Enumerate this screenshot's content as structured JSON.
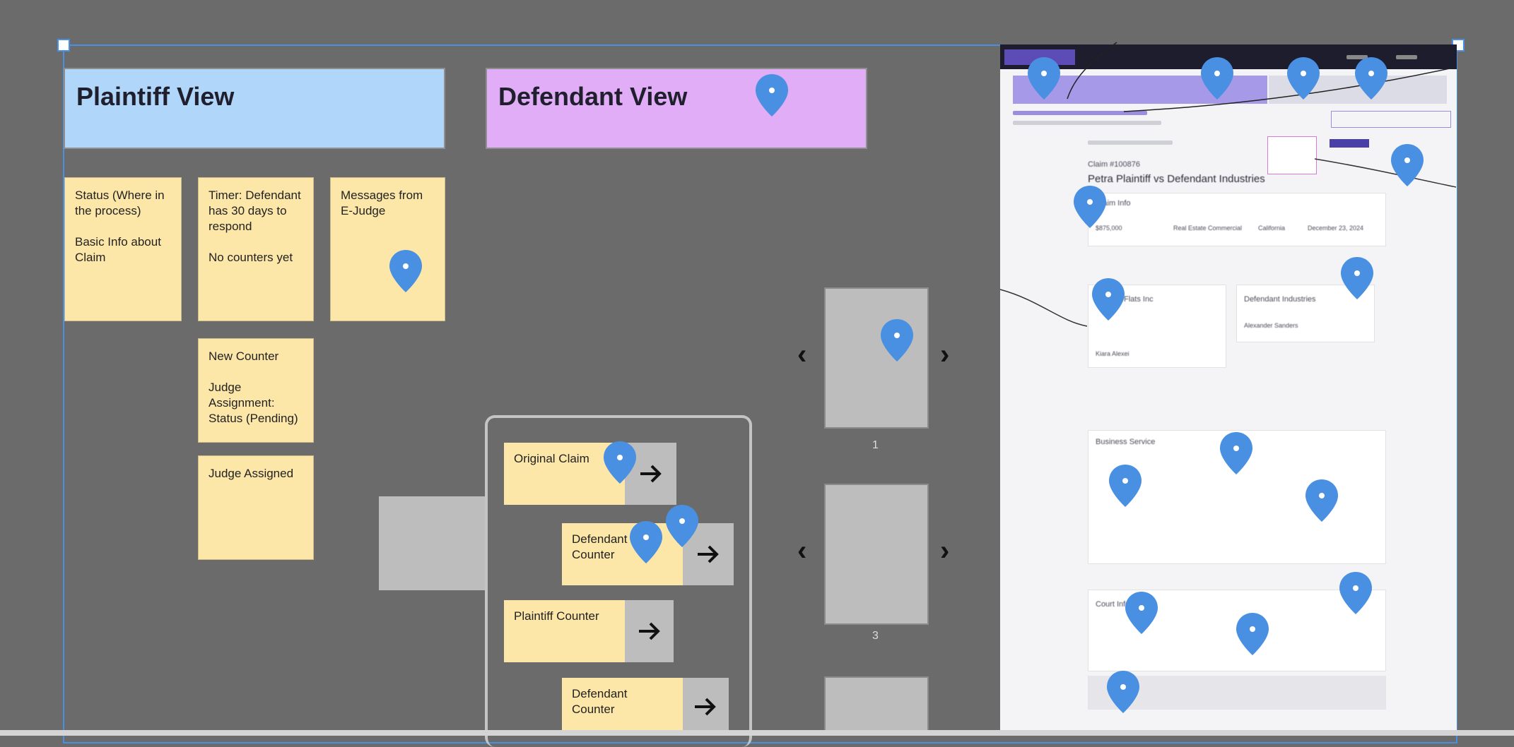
{
  "headers": {
    "plaintiff": "Plaintiff View",
    "defendant": "Defendant View"
  },
  "stickies": {
    "status": "Status (Where in the process)\n\nBasic Info about Claim",
    "timer": "Timer: Defendant has 30 days to respond\n\nNo counters yet",
    "messages": "Messages from E-Judge",
    "new_counter": "New Counter\n\nJudge Assignment: Status (Pending)",
    "judge_assigned": "Judge Assigned"
  },
  "flow": {
    "original_claim": "Original Claim",
    "defendant_counter_1": "Defendant Counter",
    "plaintiff_counter": "Plaintiff Counter",
    "defendant_counter_2": "Defendant Counter"
  },
  "carousel": {
    "slide_1_label": "1",
    "slide_2_label": "3",
    "prev": "‹",
    "next": "›"
  },
  "screenshot": {
    "claim_no": "Claim #100876",
    "title": "Petra Plaintiff vs Defendant Industries",
    "claim_info": "Claim Info",
    "plaintiff_company": "Flats Inc",
    "defendant_company": "Defendant Industries",
    "represented_by": "Alexander Sanders",
    "amount": "$875,000",
    "category": "Real Estate Commercial",
    "state": "California",
    "date": "December 23, 2024",
    "court": "Court Information",
    "business_service": "Business Service",
    "defendant_contact": "Kiara Alexei"
  },
  "colors": {
    "canvas": "#6b6b6b",
    "accent": "#4a90e2",
    "plaintiff_header": "#b0d6f9",
    "defendant_header": "#e1adf6",
    "sticky": "#fde7a8",
    "pin": "#4a90e2"
  }
}
